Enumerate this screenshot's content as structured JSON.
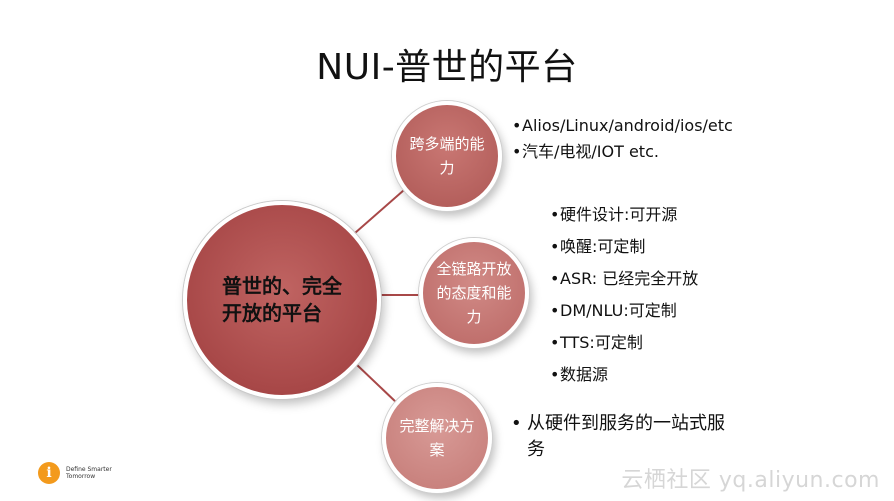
{
  "title": "NUI-普世的平台",
  "center": {
    "label": "普世的、完全开放的平台"
  },
  "nodes": [
    {
      "label": "跨多端的能力",
      "bullets": [
        "Alios/Linux/android/ios/etc",
        "汽车/电视/IOT etc."
      ]
    },
    {
      "label": "全链路开放的态度和能力",
      "bullets": [
        "硬件设计:可开源",
        "唤醒:可定制",
        "ASR: 已经完全开放",
        "DM/NLU:可定制",
        "TTS:可定制",
        "数据源"
      ]
    },
    {
      "label": "完整解决方案",
      "bullets": [
        "从硬件到服务的一站式服务"
      ]
    }
  ],
  "bullet_char": "•",
  "footer": {
    "logo_glyph": "i",
    "logo_line1": "Define Smarter",
    "logo_line2": "Tomorrow",
    "watermark": "云栖社区 yq.aliyun.com"
  },
  "colors": {
    "main_circle": "#a84848",
    "node1": "#b45f5c",
    "node2": "#c0706d",
    "node3": "#c9827e",
    "connector": "#a84848",
    "logo": "#f39a1c"
  }
}
